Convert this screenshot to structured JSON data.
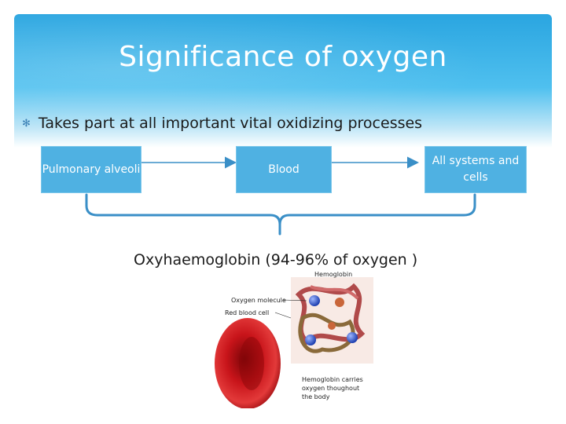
{
  "slide": {
    "title": "Significance of oxygen",
    "bullet": "Takes part at all important vital oxidizing processes",
    "bullet_icon": "asterisk-bullet-icon"
  },
  "flow": {
    "step1": "Pulmonary alveoli",
    "step2": "Blood",
    "step3": "All systems and cells",
    "result": "Oxyhaemoglobin (94-96% of oxygen )"
  },
  "illustration": {
    "label_hemoglobin": "Hemoglobin",
    "label_oxygen": "Oxygen molecule",
    "label_rbc": "Red blood cell",
    "caption_line1": "Hemoglobin carries",
    "caption_line2": "oxygen thoughout",
    "caption_line3": "the body"
  },
  "colors": {
    "header": "#2aa5e0",
    "box": "#4fb1e2",
    "connector": "#3a8fc7",
    "blood_cell": "#c8141a"
  }
}
